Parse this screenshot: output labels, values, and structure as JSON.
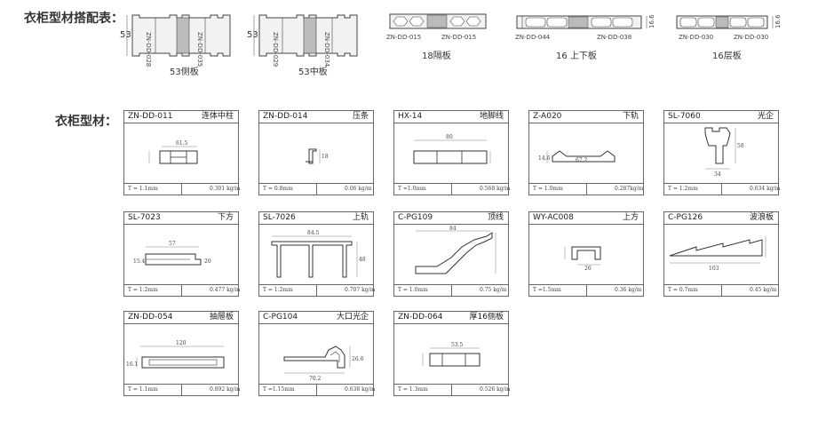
{
  "assembly_title": "衣柜型材搭配表：",
  "profiles_title": "衣柜型材：",
  "assemblies": [
    {
      "caption": "53侧板",
      "dim": "53",
      "labels": [
        "ZN-DD-028",
        "ZN-DD-035"
      ]
    },
    {
      "caption": "53中板",
      "dim": "53",
      "labels": [
        "ZN-DD-029",
        "ZN-DD-034"
      ]
    },
    {
      "caption": "18隔板",
      "labels": [
        "ZN-DD-015",
        "ZN-DD-015"
      ]
    },
    {
      "caption": "16 上下板",
      "dim": "16.6",
      "labels": [
        "ZN-DD-044",
        "ZN-DD-038"
      ]
    },
    {
      "caption": "16层板",
      "dim": "16.6",
      "labels": [
        "ZN-DD-030",
        "ZN-DD-030"
      ]
    }
  ],
  "cards": [
    {
      "code": "ZN-DD-011",
      "name": "连体中柱",
      "thickness": "T = 1.1mm",
      "weight": "0.301 kg/m",
      "dims": [
        "61.5"
      ]
    },
    {
      "code": "ZN-DD-014",
      "name": "压条",
      "thickness": "T = 0.8mm",
      "weight": "0.06 kg/m",
      "dims": [
        "18"
      ]
    },
    {
      "code": "HX-14",
      "name": "地脚线",
      "thickness": "T =1.0mm",
      "weight": "0.568 kg/m",
      "dims": [
        "80"
      ]
    },
    {
      "code": "Z-A020",
      "name": "下轨",
      "thickness": "T = 1.0mm",
      "weight": "0.287kg/m",
      "dims": [
        "67.2",
        "14.6"
      ]
    },
    {
      "code": "SL-7060",
      "name": "光企",
      "thickness": "T = 1.2mm",
      "weight": "0.634 kg/m",
      "dims": [
        "58",
        "34"
      ]
    },
    {
      "code": "SL-7023",
      "name": "下方",
      "thickness": "T = 1.2mm",
      "weight": "0.477 kg/m",
      "dims": [
        "57",
        "15.4",
        "20"
      ]
    },
    {
      "code": "SL-7026",
      "name": "上轨",
      "thickness": "T = 1.2mm",
      "weight": "0.707 kg/m",
      "dims": [
        "84.5",
        "48"
      ]
    },
    {
      "code": "C-PG109",
      "name": "顶线",
      "thickness": "T = 1.0mm",
      "weight": "0.75 kg/m",
      "dims": [
        "84"
      ]
    },
    {
      "code": "WY-AC008",
      "name": "上方",
      "thickness": "T =1.5mm",
      "weight": "0.36 kg/m",
      "dims": [
        "26"
      ]
    },
    {
      "code": "C-PG126",
      "name": "波浪板",
      "thickness": "T = 0.7mm",
      "weight": "0.45 kg/m",
      "dims": [
        "103"
      ]
    },
    {
      "code": "ZN-DD-054",
      "name": "抽屉板",
      "thickness": "T = 1.1mm",
      "weight": "0.892 kg/m",
      "dims": [
        "120",
        "16.1"
      ]
    },
    {
      "code": "C-PG104",
      "name": "大口光企",
      "thickness": "T =1.15mm",
      "weight": "0.638 kg/m",
      "dims": [
        "70.2",
        "26.6"
      ]
    },
    {
      "code": "ZN-DD-064",
      "name": "厚16侧板",
      "thickness": "T = 1.3mm",
      "weight": "0.526 kg/m",
      "dims": [
        "53.5"
      ]
    }
  ]
}
